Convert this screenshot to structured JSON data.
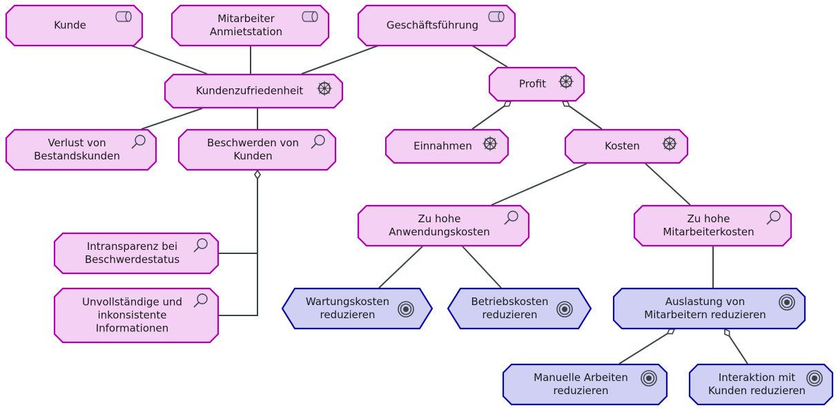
{
  "diagram": {
    "colors": {
      "driver_fill": "#f5d0f5",
      "driver_stroke": "#b000b0",
      "goal_fill": "#d0d0f5",
      "goal_stroke": "#0a0aa8",
      "line": "#3a4444",
      "icon": "#3a4444"
    },
    "nodes": [
      {
        "id": "kunde",
        "kind": "stakeholder",
        "lines": [
          "Kunde"
        ],
        "icon": "stakeholder-icon"
      },
      {
        "id": "mitarbeiter",
        "kind": "stakeholder",
        "lines": [
          "Mitarbeiter",
          "Anmietstation"
        ],
        "icon": "stakeholder-icon"
      },
      {
        "id": "gf",
        "kind": "stakeholder",
        "lines": [
          "Geschäftsführung"
        ],
        "icon": "stakeholder-icon"
      },
      {
        "id": "kz",
        "kind": "driver",
        "lines": [
          "Kundenzufriedenheit"
        ],
        "icon": "driver-icon"
      },
      {
        "id": "profit",
        "kind": "driver",
        "lines": [
          "Profit"
        ],
        "icon": "driver-icon"
      },
      {
        "id": "verlust",
        "kind": "assessment",
        "lines": [
          "Verlust von",
          "Bestandskunden"
        ],
        "icon": "assessment-icon"
      },
      {
        "id": "beschwerden",
        "kind": "assessment",
        "lines": [
          "Beschwerden von",
          "Kunden"
        ],
        "icon": "assessment-icon"
      },
      {
        "id": "einnahmen",
        "kind": "driver",
        "lines": [
          "Einnahmen"
        ],
        "icon": "driver-icon"
      },
      {
        "id": "kosten",
        "kind": "driver",
        "lines": [
          "Kosten"
        ],
        "icon": "driver-icon"
      },
      {
        "id": "intransparenz",
        "kind": "assessment",
        "lines": [
          "Intransparenz bei",
          "Beschwerdestatus"
        ],
        "icon": "assessment-icon"
      },
      {
        "id": "unvollstaendig",
        "kind": "assessment",
        "lines": [
          "Unvollständige und",
          "inkonsistente",
          "Informationen"
        ],
        "icon": "assessment-icon"
      },
      {
        "id": "anwendung",
        "kind": "assessment",
        "lines": [
          "Zu hohe",
          "Anwendungskosten"
        ],
        "icon": "assessment-icon"
      },
      {
        "id": "mitarbeiterkosten",
        "kind": "assessment",
        "lines": [
          "Zu hohe",
          "Mitarbeiterkosten"
        ],
        "icon": "assessment-icon"
      },
      {
        "id": "wartung",
        "kind": "goal-hex",
        "lines": [
          "Wartungskosten",
          "reduzieren"
        ],
        "icon": "goal-icon"
      },
      {
        "id": "betrieb",
        "kind": "goal-hex",
        "lines": [
          "Betriebskosten",
          "reduzieren"
        ],
        "icon": "goal-icon"
      },
      {
        "id": "auslastung",
        "kind": "goal",
        "lines": [
          "Auslastung von",
          "Mitarbeitern reduzieren"
        ],
        "icon": "goal-icon"
      },
      {
        "id": "manuell",
        "kind": "goal",
        "lines": [
          "Manuelle Arbeiten",
          "reduzieren"
        ],
        "icon": "goal-icon"
      },
      {
        "id": "interaktion",
        "kind": "goal",
        "lines": [
          "Interaktion mit",
          "Kunden reduzieren"
        ],
        "icon": "goal-icon"
      }
    ],
    "edges": [
      {
        "from": "kunde",
        "to": "kz",
        "type": "association"
      },
      {
        "from": "mitarbeiter",
        "to": "kz",
        "type": "association"
      },
      {
        "from": "gf",
        "to": "kz",
        "type": "association"
      },
      {
        "from": "gf",
        "to": "profit",
        "type": "association"
      },
      {
        "from": "kz",
        "to": "verlust",
        "type": "association"
      },
      {
        "from": "kz",
        "to": "beschwerden",
        "type": "association"
      },
      {
        "from": "profit",
        "to": "einnahmen",
        "type": "aggregation"
      },
      {
        "from": "profit",
        "to": "kosten",
        "type": "aggregation"
      },
      {
        "from": "beschwerden",
        "to": "intransparenz",
        "type": "aggregation"
      },
      {
        "from": "beschwerden",
        "to": "unvollstaendig",
        "type": "aggregation"
      },
      {
        "from": "kosten",
        "to": "anwendung",
        "type": "association"
      },
      {
        "from": "kosten",
        "to": "mitarbeiterkosten",
        "type": "association"
      },
      {
        "from": "anwendung",
        "to": "wartung",
        "type": "association"
      },
      {
        "from": "anwendung",
        "to": "betrieb",
        "type": "association"
      },
      {
        "from": "mitarbeiterkosten",
        "to": "auslastung",
        "type": "association"
      },
      {
        "from": "auslastung",
        "to": "manuell",
        "type": "aggregation"
      },
      {
        "from": "auslastung",
        "to": "interaktion",
        "type": "aggregation"
      }
    ]
  }
}
